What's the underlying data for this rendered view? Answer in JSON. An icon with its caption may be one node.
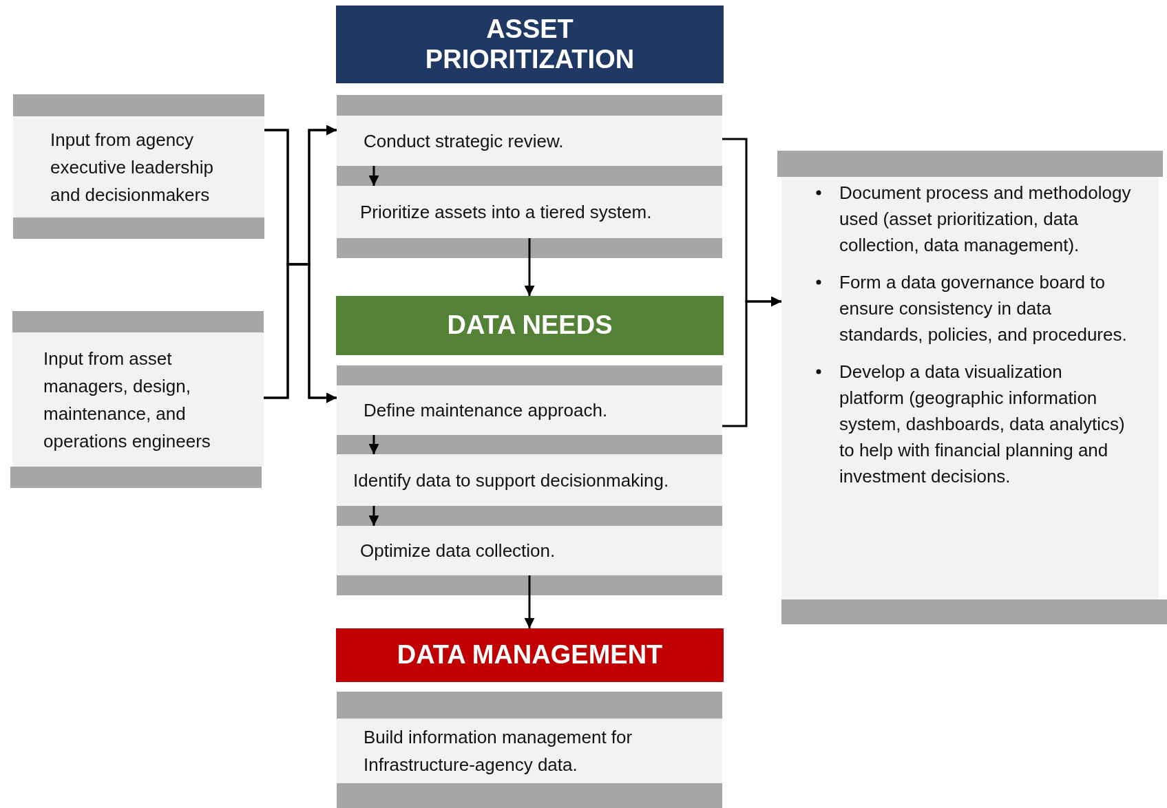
{
  "diagram": {
    "nodes": [
      {
        "text": [
          "ASSET PRIORITIZATION"
        ]
      },
      {
        "text": [
          "Conduct strategic review."
        ]
      },
      {
        "text": [
          "Prioritize assets into a tiered system."
        ]
      },
      {
        "text": [
          "DATA NEEDS"
        ]
      },
      {
        "text": [
          "Define maintenance approach."
        ]
      },
      {
        "text": [
          "Identify data to support decisionmaking."
        ]
      },
      {
        "text": [
          "Optimize data collection."
        ]
      },
      {
        "text": [
          "DATA MANAGEMENT"
        ]
      },
      {
        "text": [
          "Build information management for Infrastructure-agency data."
        ]
      },
      {
        "text": [
          "Input from agency executive leadership and decisionmakers"
        ]
      },
      {
        "text": [
          "Input from asset managers, design, maintenance, and operations engineers"
        ]
      },
      {
        "text": [
          "Document process and methodology used (asset prioritization, data collection, data management).",
          "Form a data governance board to ensure consistency in data standards, policies, and procedures.",
          "Develop a data visualization platform (geographic information system, dashboards, data analytics) to help with financial planning and investment decisions."
        ]
      }
    ],
    "edges": [
      {
        "from": 9,
        "to": 1,
        "arrow": "to"
      },
      {
        "from": 9,
        "to": 4,
        "arrow": "to"
      },
      {
        "from": 10,
        "to": 1,
        "arrow": "to"
      },
      {
        "from": 10,
        "to": 4,
        "arrow": "to"
      },
      {
        "from": 1,
        "to": 2,
        "arrow": "to"
      },
      {
        "from": 2,
        "to": 3,
        "arrow": "to"
      },
      {
        "from": 4,
        "to": 5,
        "arrow": "to"
      },
      {
        "from": 5,
        "to": 6,
        "arrow": "to"
      },
      {
        "from": 6,
        "to": 7,
        "arrow": "to"
      },
      {
        "from": 1,
        "to": 11,
        "arrow": "to"
      },
      {
        "from": 4,
        "to": 11,
        "arrow": "to"
      }
    ]
  }
}
